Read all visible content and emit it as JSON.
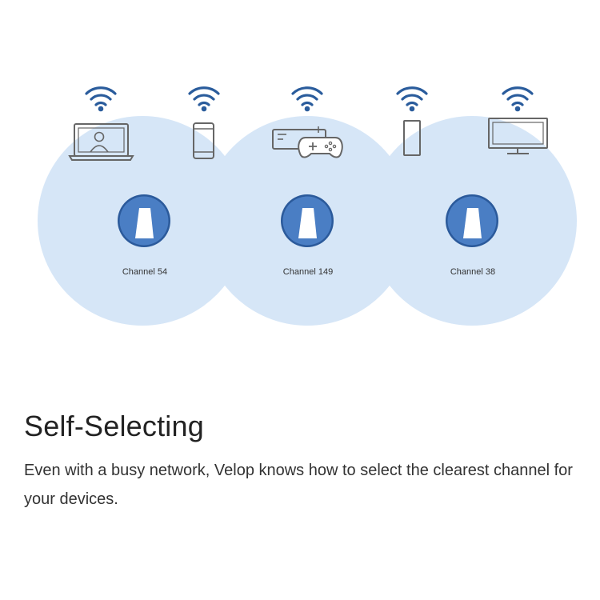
{
  "colors": {
    "coverage": "#d6e6f7",
    "node_ring": "#2b5a9b",
    "node_fill": "#4a7ec4",
    "device_stroke": "#666666",
    "wifi": "#2a5c9c"
  },
  "nodes": [
    {
      "channel_label": "Channel 54"
    },
    {
      "channel_label": "Channel 149"
    },
    {
      "channel_label": "Channel 38"
    }
  ],
  "devices": [
    {
      "icon": "laptop-icon"
    },
    {
      "icon": "phone-icon"
    },
    {
      "icon": "game-console-icon"
    },
    {
      "icon": "tablet-icon"
    },
    {
      "icon": "monitor-icon"
    }
  ],
  "section": {
    "title": "Self-Selecting",
    "description": "Even with a busy network, Velop knows how to select the clearest channel for your devices."
  }
}
